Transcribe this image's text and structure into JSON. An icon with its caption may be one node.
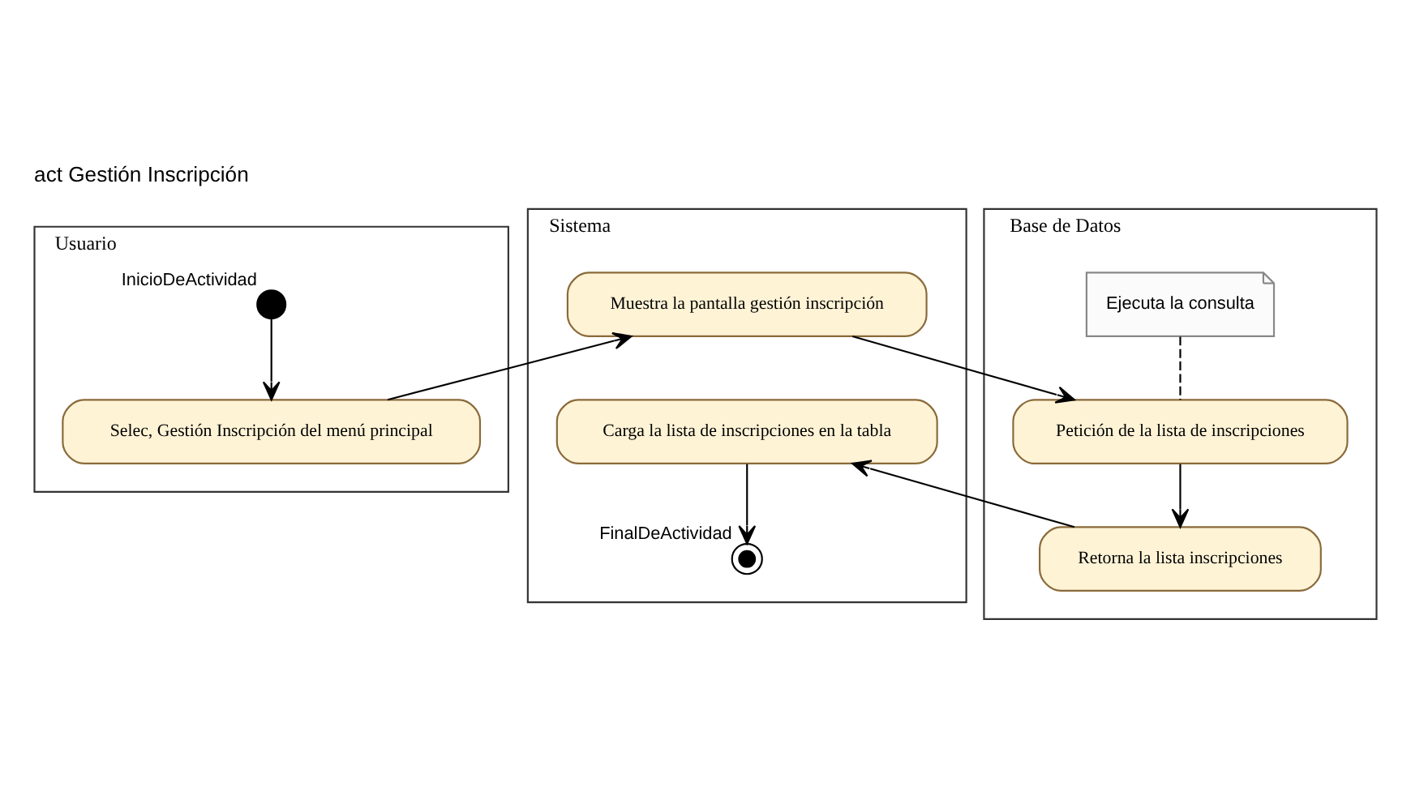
{
  "diagram": {
    "title": "act Gestión Inscripción",
    "nodes": [
      {
        "text": [
          "Usuario"
        ]
      },
      {
        "text": [
          "Sistema"
        ]
      },
      {
        "text": [
          "Base de Datos"
        ]
      },
      {
        "text": [],
        "shape": "circle",
        "in": 0,
        "beside": [
          "InicioDeActividad"
        ]
      },
      {
        "text": [
          "Selec, Gestión Inscripción del menú principal"
        ],
        "in": 0
      },
      {
        "text": [
          "Muestra la pantalla gestión inscripción"
        ],
        "in": 1
      },
      {
        "text": [
          "Carga la lista de inscripciones en la tabla"
        ],
        "in": 1
      },
      {
        "text": [],
        "shape": "circle",
        "in": 1,
        "beside": [
          "FinalDeActividad"
        ]
      },
      {
        "text": [
          "Ejecuta la consulta"
        ],
        "in": 2
      },
      {
        "text": [
          "Petición de la lista de inscripciones"
        ],
        "in": 2
      },
      {
        "text": [
          "Retorna la lista inscripciones"
        ],
        "in": 2
      }
    ],
    "edges": [
      {
        "from": 3,
        "to": 4,
        "arrow": "to"
      },
      {
        "from": 4,
        "to": 5,
        "arrow": "to"
      },
      {
        "from": 5,
        "to": 9,
        "arrow": "to"
      },
      {
        "from": 9,
        "to": 10,
        "arrow": "to"
      },
      {
        "from": 10,
        "to": 6,
        "arrow": "to"
      },
      {
        "from": 6,
        "to": 7,
        "arrow": "to"
      },
      {
        "from": 8,
        "to": 9,
        "arrow": "none",
        "style": "dashed"
      }
    ]
  }
}
